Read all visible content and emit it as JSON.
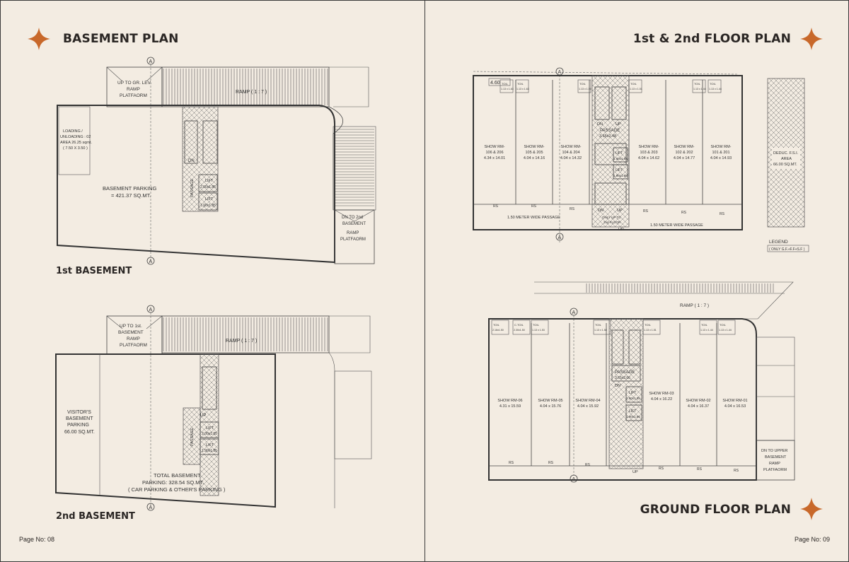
{
  "left_page": {
    "title": "BASEMENT PLAN",
    "page_no": "Page No: 08",
    "basement1": {
      "caption": "1st BASEMENT",
      "section_marker": "A",
      "ramp_up_label": [
        "UP TO GR. LEV.",
        "RAMP",
        "PLATFAORM"
      ],
      "ramp_label": "RAMP  ( 1 : 7 )",
      "loading_label": [
        "LOADING /",
        "UNLOADING : 02",
        "AREA 26.25 sqmt.",
        "( 7.50 X 3.50 )"
      ],
      "parking_label": [
        "BASEMENT PARKING",
        "= 421.37 SQ.MT."
      ],
      "ramp_down_label": [
        "DN TO 2nd",
        "BASEMENT",
        "RAMP",
        "PLATFAORM"
      ],
      "passage_label": "PASSAGE",
      "dn_label": "DN",
      "lift1": [
        "LIFT",
        "2.00x1.85"
      ],
      "lift2": [
        "LIFT",
        "1.90x1.85"
      ]
    },
    "basement2": {
      "caption": "2nd BASEMENT",
      "section_marker": "A",
      "ramp_up_label": [
        "UP TO 1st.",
        "BASEMENT",
        "RAMP",
        "PLATFAORM"
      ],
      "ramp_label": "RAMP  ( 1 : 7 )",
      "visitor_label": [
        "VISITOR'S",
        "BASEMENT",
        "PARKING",
        "66.00 SQ.MT."
      ],
      "total_label": [
        "TOTAL BASEMENT",
        "PARKING: 328.54 SQ.MT.",
        "( CAR PARKING & OTHER'S PARKING )"
      ],
      "passage_label": "PASSAGE",
      "up_label": "UP",
      "lift1": [
        "LIFT",
        "2.00x1.85"
      ],
      "lift2": [
        "LIFT",
        "1.90x1.85"
      ]
    }
  },
  "right_page": {
    "title_top": "1st & 2nd FLOOR PLAN",
    "title_bottom": "GROUND FLOOR PLAN",
    "page_no": "Page No: 09",
    "upper": {
      "dimension": "4.60",
      "section_marker": "A",
      "toilets": [
        "TOIL 1.13 x 1.63",
        "TOIL 1.13 x 1.63",
        "TOIL 1.13 x 1.50",
        "TOIL 1.13 x 1.51",
        "TOIL 1.13 x 1.44",
        "TOIL 1.13 x 1.44"
      ],
      "rooms": [
        {
          "name": "SHOW RM-",
          "sub": "106 & 206",
          "size": "4.34 x 14.01"
        },
        {
          "name": "SHOW RM-",
          "sub": "105 & 205",
          "size": "4.04 x 14.16"
        },
        {
          "name": "SHOW RM-",
          "sub": "104 & 204",
          "size": "4.04 x 14.32"
        },
        {
          "name": "SHOW RM-",
          "sub": "103 & 203",
          "size": "4.04 x 14.62"
        },
        {
          "name": "SHOW RM-",
          "sub": "102 & 202",
          "size": "4.04 x 14.77"
        },
        {
          "name": "SHOW RM-",
          "sub": "101 & 201",
          "size": "4.04 x 14.93"
        }
      ],
      "passage": [
        "PASSAGE",
        "3.65x2.48"
      ],
      "dn": "DN",
      "up": "UP",
      "lift1": [
        "LIFT",
        "1.90x1.85"
      ],
      "lift2": [
        "LIFT",
        "1.90x1.85"
      ],
      "only_1st": [
        "ONLY UP TO",
        "2nd FLOOR"
      ],
      "passage_left": "1.50  METER  WIDE  PASSAGE",
      "passage_right": "1.50  METER  WIDE  PASSAGE",
      "rs": "RS",
      "deduc": [
        "DEDUC. F.S.I.",
        "AREA",
        "66.00 SQ.MT."
      ],
      "legend_title": "LEGEND",
      "legend_note": "( ONLY G.F.+F.F+S.F )"
    },
    "ground": {
      "section_marker": "A",
      "ramp_label": "RAMP  ( 1 : 7 )",
      "toilets": [
        "TOIL 2.16x1.50",
        "C.TOIL 2.30x1.50",
        "TOIL 1.13 x 1.53",
        "TOIL 1.13 x 1.58",
        "TOIL 1.13 x 1.51",
        "TOIL 1.13 x 1.44",
        "TOIL 1.13 x 1.44"
      ],
      "rooms": [
        {
          "name": "SHOW RM-06",
          "size": "4.31 x 15.59"
        },
        {
          "name": "SHOW RM-05",
          "size": "4.04 x 15.76"
        },
        {
          "name": "SHOW RM-04",
          "size": "4.04 x 15.92"
        },
        {
          "name": "SHOW RM-03",
          "size": "4.04 x 16.22"
        },
        {
          "name": "SHOW RM-02",
          "size": "4.04 x 16.37"
        },
        {
          "name": "SHOW RM-01",
          "size": "4.04 x 16.53"
        }
      ],
      "passage": [
        "PASSAGE",
        "3.65x2.66"
      ],
      "lift1": [
        "LIFT",
        "1.90x1.85"
      ],
      "lift2": [
        "LIFT",
        "1.90x1.85"
      ],
      "dn": "DN",
      "up": "UP",
      "ramp_down": [
        "DN TO UPPER",
        "BASEMENT",
        "RAMP",
        "PLATFAORM"
      ],
      "rs": "RS"
    }
  },
  "colors": {
    "accent": "#c8682a",
    "background": "#f3ece2"
  }
}
